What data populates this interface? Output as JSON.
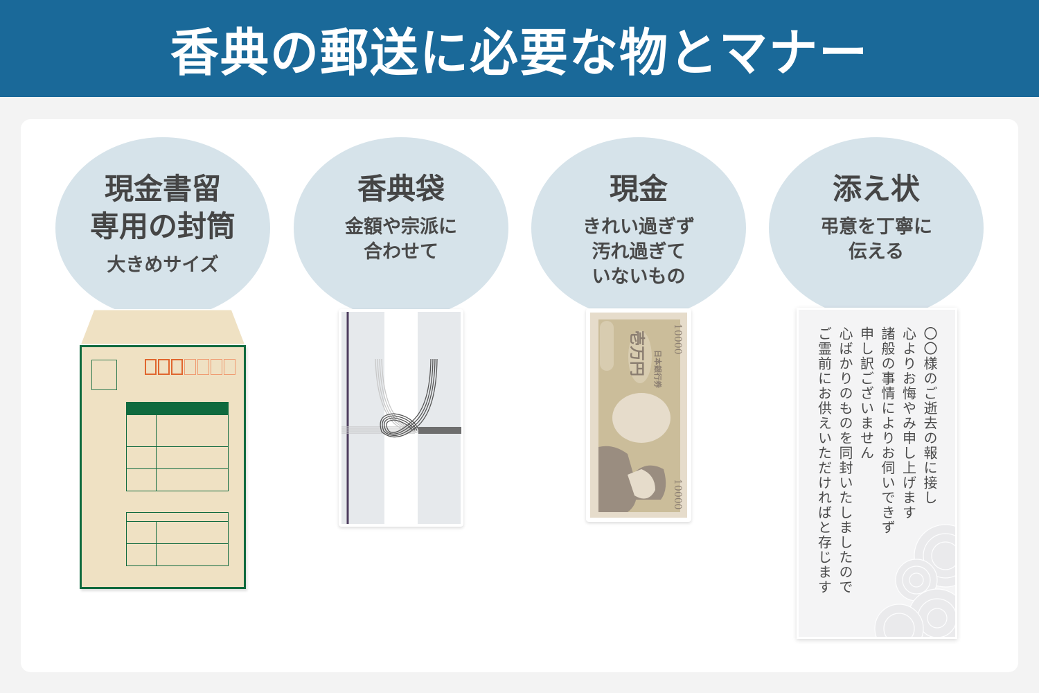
{
  "header": {
    "title": "香典の郵送に必要な物とマナー"
  },
  "colors": {
    "header_bg": "#1a6999",
    "circle_bg": "#d6e3ea",
    "envelope_fill": "#efe1c3",
    "envelope_line": "#0f6a3e",
    "postal_code": "#e0662e",
    "text": "#454545"
  },
  "items": [
    {
      "title_lines": [
        "現金書留",
        "専用の封筒"
      ],
      "subtitle_lines": [
        "大きめサイズ"
      ],
      "illustration": "registered-mail-envelope"
    },
    {
      "title_lines": [
        "香典袋"
      ],
      "subtitle_lines": [
        "金額や宗派に",
        "合わせて"
      ],
      "illustration": "koden-envelope"
    },
    {
      "title_lines": [
        "現金"
      ],
      "subtitle_lines": [
        "きれい過ぎず",
        "汚れ過ぎて",
        "いないもの"
      ],
      "illustration": "banknote",
      "bill": {
        "denomination_top": "10000",
        "denomination_bottom": "10000",
        "issuer": "日本銀行券",
        "amount": "壱万円"
      }
    },
    {
      "title_lines": [
        "添え状"
      ],
      "subtitle_lines": [
        "弔意を丁寧に",
        "伝える"
      ],
      "illustration": "condolence-letter",
      "letter_lines": [
        "〇〇様のご逝去の報に接し",
        "心よりお悔やみ申し上げます",
        "諸般の事情によりお伺いできず",
        "申し訳ございません",
        "心ばかりのものを同封いたしましたので",
        "ご霊前にお供えいただければと存じます"
      ]
    }
  ]
}
